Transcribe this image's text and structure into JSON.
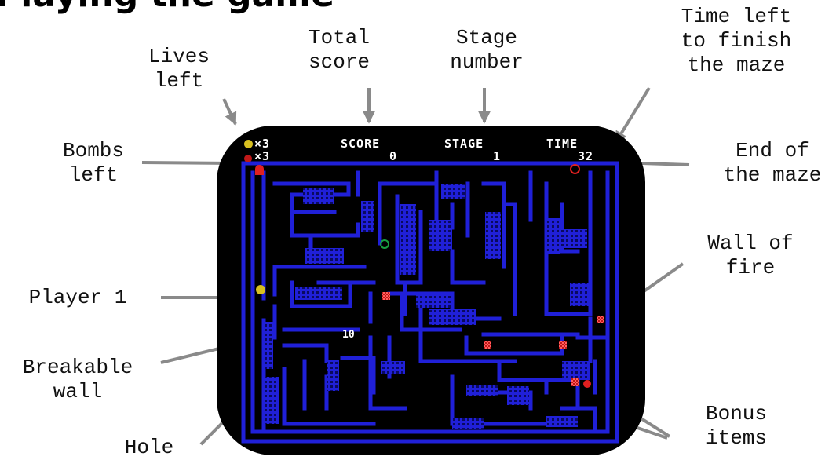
{
  "page": {
    "heading": "Playing the game"
  },
  "callouts": {
    "lives_left": "Lives\nleft",
    "total_score": "Total\nscore",
    "stage_number": "Stage\nnumber",
    "time_left": "Time left\nto finish\nthe maze",
    "bombs_left": "Bombs\nleft",
    "end_of_maze": "End of\nthe maze",
    "wall_of_fire": "Wall of\nfire",
    "player_1": "Player 1",
    "breakable_wall": "Breakable\nwall",
    "hole": "Hole",
    "bonus_items": "Bonus\nitems"
  },
  "hud": {
    "lives_count": "×3",
    "bombs_count": "×3",
    "score_label": "SCORE",
    "score_value": "0",
    "stage_label": "STAGE",
    "stage_value": "1",
    "time_label": "TIME",
    "time_value": "32"
  },
  "maze": {
    "bonus_points": "10"
  },
  "colors": {
    "maze_wall": "#2020d8",
    "player": "#d8c020",
    "fire": "#c01818",
    "hole": "#18a040",
    "end_marker": "#e02020"
  }
}
